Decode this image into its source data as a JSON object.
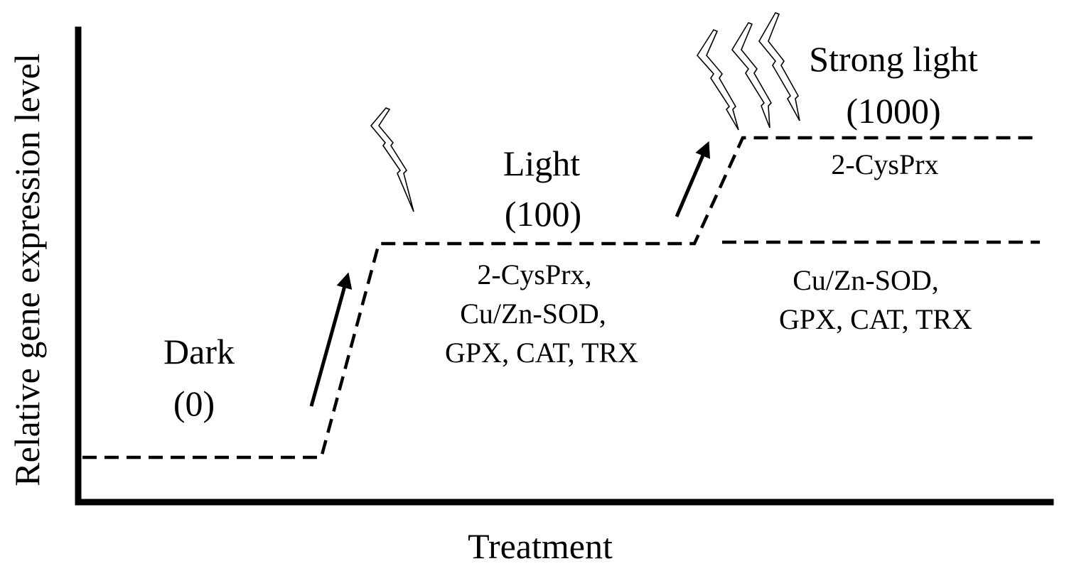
{
  "axes": {
    "y_label": "Relative gene expression level",
    "x_label": "Treatment"
  },
  "stages": [
    {
      "name": "Dark",
      "value": "(0)"
    },
    {
      "name": "Light",
      "value": "(100)"
    },
    {
      "name": "Strong light",
      "value": "(1000)"
    }
  ],
  "genes": {
    "light": [
      "2-CysPrx,",
      "Cu/Zn-SOD,",
      "GPX, CAT, TRX"
    ],
    "strong_upper": [
      "2-CysPrx"
    ],
    "strong_lower": [
      "Cu/Zn-SOD,",
      "GPX, CAT, TRX"
    ]
  },
  "icons": {
    "light_bolt": "lightning-bolt-icon",
    "strong_bolts": "lightning-bolt-icon",
    "increase_arrow": "up-arrow-icon"
  }
}
